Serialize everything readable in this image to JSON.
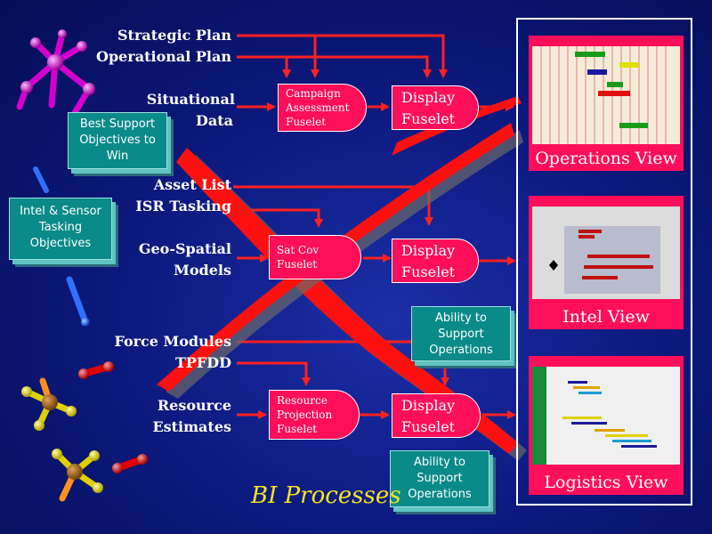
{
  "inputs": {
    "strategic_plan": "Strategic Plan",
    "operational_plan": "Operational Plan",
    "situational": "Situational",
    "data": "Data",
    "asset_list": "Asset List",
    "isr_tasking": "ISR Tasking",
    "geo_spatial": "Geo-Spatial",
    "models": "Models",
    "force_modules": "Force Modules",
    "tpfdd": "TPFDD",
    "resource": "Resource",
    "estimates": "Estimates"
  },
  "fuselets": {
    "campaign": [
      "Campaign",
      "Assessment",
      "Fuselet"
    ],
    "display1": [
      "Display",
      "Fuselet"
    ],
    "satcov": [
      "Sat Cov",
      "Fuselet"
    ],
    "display2": [
      "Display",
      "Fuselet"
    ],
    "resource": [
      "Resource",
      "Projection",
      "Fuselet"
    ],
    "display3": [
      "Display",
      "Fuselet"
    ]
  },
  "banners": {
    "best_support": [
      "Best Support",
      "Objectives to",
      "Win"
    ],
    "intel_sensor": [
      "Intel & Sensor",
      "Tasking",
      "Objectives"
    ],
    "ability1": [
      "Ability to",
      "Support",
      "Operations"
    ],
    "ability2": [
      "Ability to",
      "Support",
      "Operations"
    ]
  },
  "views": {
    "operations": "Operations View",
    "intel": "Intel View",
    "logistics": "Logistics View"
  },
  "title": "BI Processes",
  "colors": {
    "background": "#0d1a80",
    "fuselet": "#ff0f5a",
    "arrow": "#ff2020",
    "banner": "#0a8a88",
    "title": "#f5e51c"
  }
}
